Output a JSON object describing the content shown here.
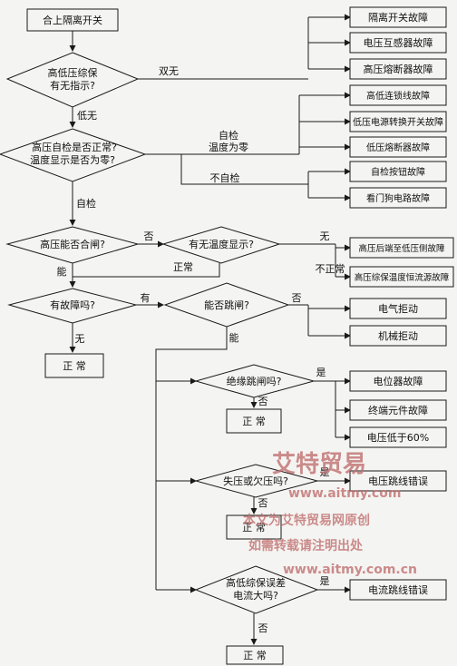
{
  "start": "合上隔离开关",
  "d1": {
    "line1": "高低压综保",
    "line2": "有无指示?",
    "yes": "双无",
    "no": "低无"
  },
  "faults_top": [
    "隔离开关故障",
    "电压互感器故障",
    "高压熔断器故障"
  ],
  "d2": {
    "line1": "高压自检是否正常?",
    "line2": "温度显示是否为零?",
    "branch_a1": "自检",
    "branch_a2": "温度为零",
    "branch_b": "不自检",
    "out": "自检"
  },
  "faults_mid_a": [
    "高低连锁线故障",
    "低压电源转换开关故障",
    "低压熔断器故障"
  ],
  "faults_mid_b": [
    "自检按钮故障",
    "看门狗电路故障"
  ],
  "d3": {
    "text": "高压能否合闸?",
    "no": "否",
    "yes": "能"
  },
  "d4": {
    "text": "有无温度显示?",
    "no": "无",
    "abnormal": "不正常",
    "normal": "正常"
  },
  "faults_temp": [
    "高压后端至低压侧故障",
    "高压综保温度恒流源故障"
  ],
  "d5": {
    "text": "有故障吗?",
    "yes": "有",
    "no": "无"
  },
  "end1": "正  常",
  "d6": {
    "text": "能否跳闸?",
    "no": "否",
    "yes": "能"
  },
  "faults_trip": [
    "电气拒动",
    "机械拒动"
  ],
  "d7": {
    "text": "绝缘跳闸吗?",
    "yes": "是",
    "no": "否"
  },
  "faults_insul": [
    "电位器故障",
    "终端元件故障",
    "电压低于60%"
  ],
  "end2": "正  常",
  "d8": {
    "text": "失压或欠压吗?",
    "yes": "是",
    "no": "否"
  },
  "fault_volt": "电压跳线错误",
  "end3": "正  常",
  "d9": {
    "line1": "高低综保误差",
    "line2": "电流大吗?",
    "yes": "是",
    "no": "否"
  },
  "fault_curr": "电流跳线错误",
  "end4": "正  常",
  "watermark": {
    "logo": "艾特贸易",
    "url1": "www.aitmy.com",
    "line1a": "本文为",
    "line1b": "艾特贸易网",
    "line1c": "原创",
    "line2": "如需转载请注明出处",
    "url2": "www.aitmy.com.cn"
  },
  "colors": {
    "line": "#1a1a1a",
    "watermark": "#c07070"
  }
}
